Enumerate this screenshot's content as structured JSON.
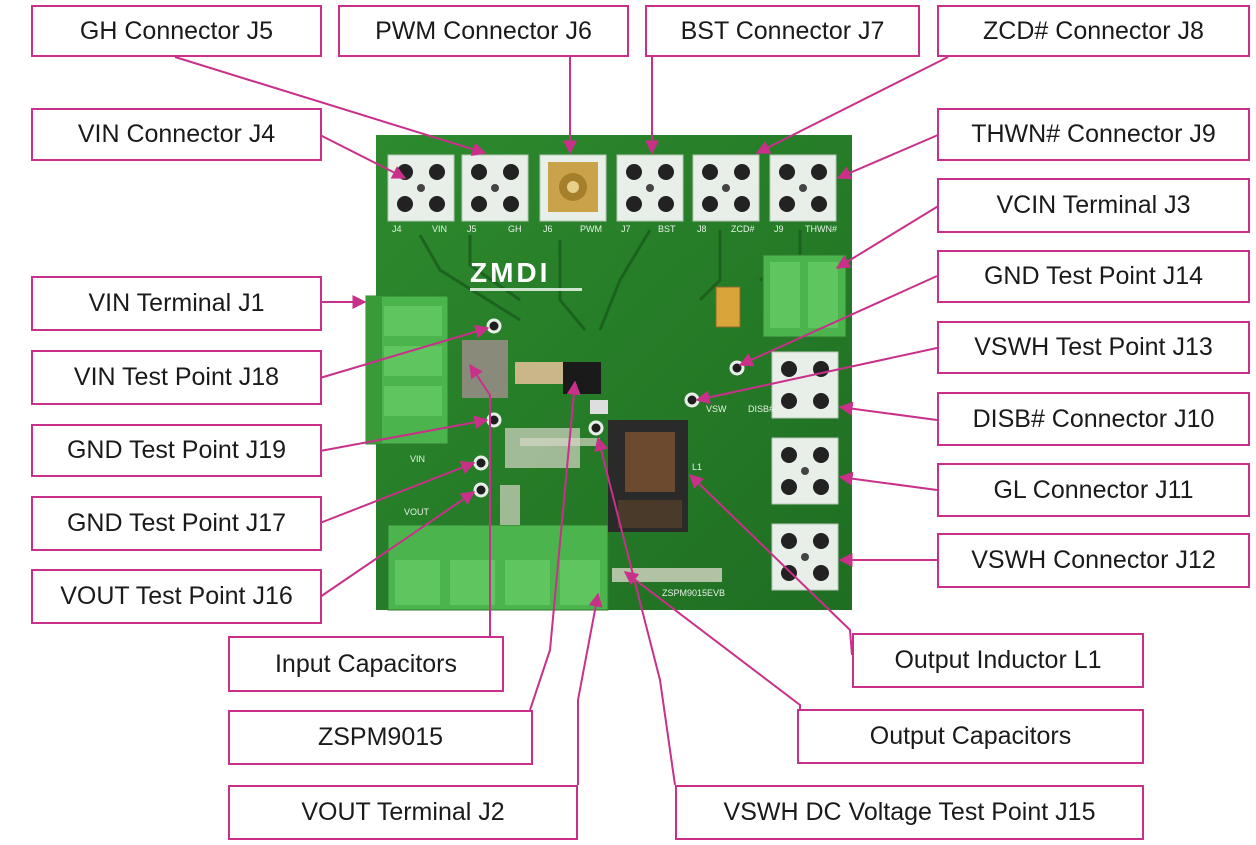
{
  "labels": {
    "gh_connector_j5": "GH Connector J5",
    "pwm_connector_j6": "PWM Connector J6",
    "bst_connector_j7": "BST Connector J7",
    "zcd_connector_j8": "ZCD# Connector J8",
    "vin_connector_j4": "VIN Connector J4",
    "thwn_connector_j9": "THWN# Connector J9",
    "vcin_terminal_j3": "VCIN Terminal J3",
    "vin_terminal_j1": "VIN Terminal J1",
    "gnd_test_point_j14": "GND Test Point J14",
    "vin_test_point_j18": "VIN Test Point J18",
    "vswh_test_point_j13": "VSWH Test Point J13",
    "gnd_test_point_j19": "GND Test Point J19",
    "disb_connector_j10": "DISB# Connector J10",
    "gl_connector_j11": "GL Connector J11",
    "gnd_test_point_j17": "GND Test Point J17",
    "vswh_connector_j12": "VSWH Connector J12",
    "vout_test_point_j16": "VOUT Test Point J16",
    "input_capacitors": "Input Capacitors",
    "output_inductor_l1": "Output Inductor L1",
    "zspm9015": "ZSPM9015",
    "output_capacitors": "Output Capacitors",
    "vout_terminal_j2": "VOUT Terminal J2",
    "vswh_dc_voltage_test_point_j15": "VSWH DC Voltage Test Point J15"
  },
  "board": {
    "logo": "ZMDI",
    "silkscreen": {
      "j4": "J4",
      "vin": "VIN",
      "j5": "J5",
      "gh": "GH",
      "j6": "J6",
      "pwm": "PWM",
      "j7": "J7",
      "bst": "BST",
      "j8": "J8",
      "zcd": "ZCD#",
      "j9": "J9",
      "thwn": "THWN#",
      "vin_bottom": "VIN",
      "vout": "VOUT",
      "vsw": "VSW",
      "disb": "DISB#",
      "l1": "L1",
      "part_no": "ZSPM9015EVB"
    }
  },
  "colors": {
    "leader": "#c8308a",
    "pcb": "#2f8a2f",
    "terminal": "#49b049",
    "header": "#ffffff"
  }
}
